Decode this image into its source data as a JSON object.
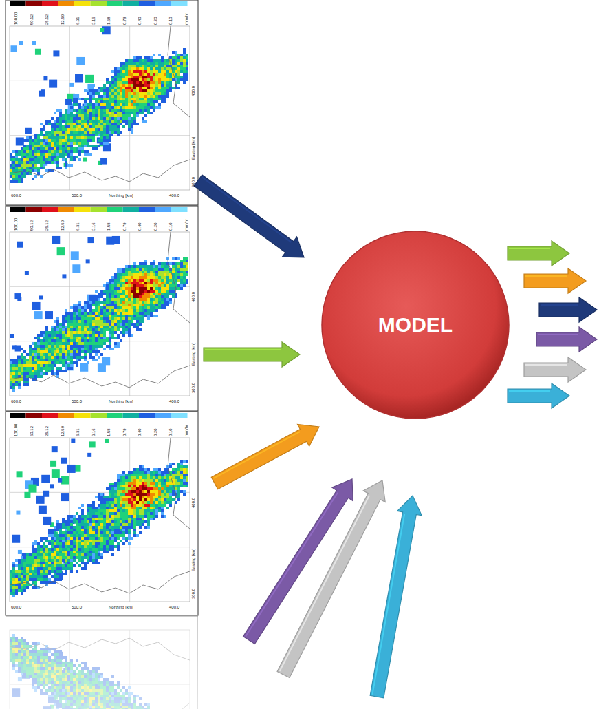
{
  "diagram": {
    "nodes": [
      {
        "text": [
          "MODEL"
        ]
      }
    ],
    "labels": [
      "100.00",
      "50.12",
      "25.12",
      "12.59",
      "6.31",
      "3.16",
      "1.58",
      "0.79",
      "0.40",
      "0.20",
      "0.10",
      "mm/hr",
      "Easting [km]",
      "400.0",
      "300.0",
      "Northing [km]",
      "600.0",
      "500.0",
      "400.0",
      "100.00",
      "50.12",
      "25.12",
      "12.59",
      "6.31",
      "3.16",
      "1.58",
      "0.79",
      "0.40",
      "0.20",
      "0.10",
      "mm/hr",
      "Easting [km]",
      "400.0",
      "300.0",
      "Northing [km]",
      "600.0",
      "500.0",
      "400.0",
      "100.00",
      "50.12",
      "25.12",
      "12.59",
      "6.31",
      "3.16",
      "1.58",
      "0.79",
      "0.40",
      "0.20",
      "0.10",
      "mm/hr",
      "Easting [km]",
      "400.0",
      "300.0",
      "Northing [km]",
      "600.0",
      "500.0",
      "400.0"
    ]
  }
}
